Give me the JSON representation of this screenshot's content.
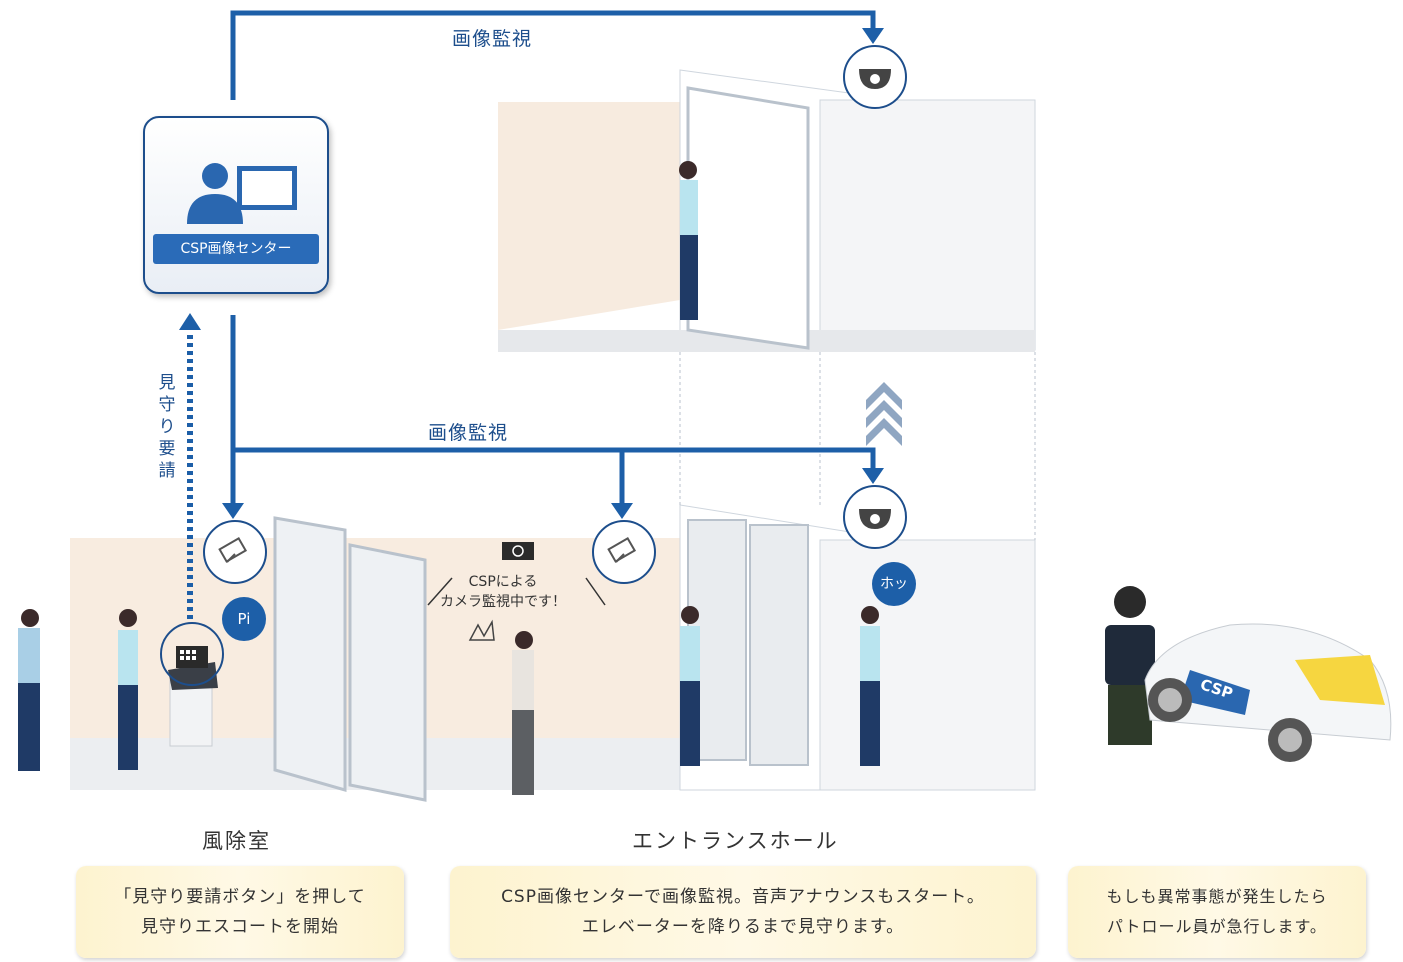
{
  "labels": {
    "monitor_top": "画像監視",
    "monitor_mid": "画像監視",
    "request": "見守り要請",
    "center": "CSP画像センター",
    "pi": "Pi",
    "hot": "ホッ",
    "speech_line1": "CSPによる",
    "speech_line2": "カメラ監視中です！",
    "car_logo": "CSP"
  },
  "rooms": {
    "vestibule": "風除室",
    "entrance_hall": "エントランスホール"
  },
  "captions": {
    "vestibule_line1": "「見守り要請ボタン」を押して",
    "vestibule_line2": "見守りエスコートを開始",
    "hall_line1": "CSP画像センターで画像監視。音声アナウンスもスタート。",
    "hall_line2": "エレベーターを降りるまで見守ります。",
    "patrol_line1": "もしも異常事態が発生したら",
    "patrol_line2": "パトロール員が急行します。"
  },
  "colors": {
    "arrow": "#1d5fa8",
    "caption_bg": "#fdf3cf",
    "center_banner": "#2a6bb8"
  }
}
